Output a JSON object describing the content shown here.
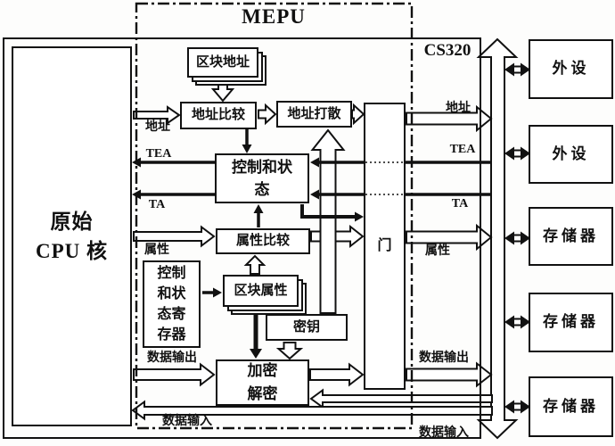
{
  "mepu_label": "MEPU",
  "cs320_label": "CS320",
  "cpu_core": {
    "label": "原始\nCPU 核"
  },
  "blocks": {
    "block_address": "区块地址",
    "address_compare": "地址比较",
    "address_scatter": "地址打散",
    "control_status": "控制和状\n态",
    "attribute_compare": "属性比较",
    "control_status_registers": "控制\n和状\n态寄\n存器",
    "block_attribute": "区块属性",
    "key": "密钥",
    "encrypt_decrypt": "加密\n解密",
    "gate": "门"
  },
  "signals_left": {
    "address": "地址",
    "tea": "TEA",
    "ta": "TA",
    "attribute": "属性",
    "data_out": "数据输出",
    "data_in": "数据输入"
  },
  "signals_right": {
    "address": "地址",
    "tea": "TEA",
    "ta": "TA",
    "attribute": "属性",
    "data_out": "数据输出",
    "data_in": "数据输入"
  },
  "devices": [
    {
      "label": "外设"
    },
    {
      "label": "外设"
    },
    {
      "label": "存储器"
    },
    {
      "label": "存储器"
    },
    {
      "label": "存储器"
    }
  ],
  "colors": {
    "ink": "#111111",
    "paper": "#fdfdfc"
  }
}
